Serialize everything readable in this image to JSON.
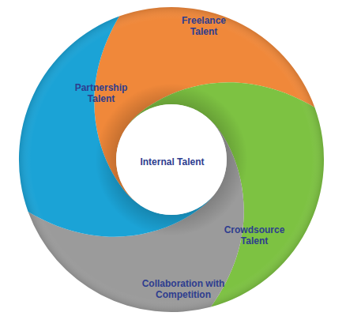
{
  "diagram": {
    "nodes": [
      {
        "text": [
          "Freelance Talent"
        ]
      },
      {
        "text": [
          "Partnership Talent"
        ]
      },
      {
        "text": [
          "Internal Talent"
        ]
      },
      {
        "text": [
          "Crowdsource Talent"
        ]
      },
      {
        "text": [
          "Collaboration with Competition"
        ]
      }
    ]
  }
}
